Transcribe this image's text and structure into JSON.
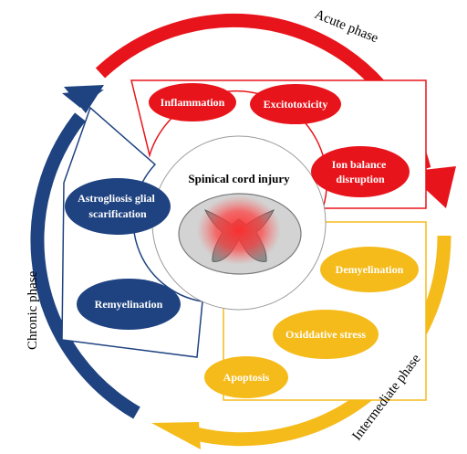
{
  "center": {
    "title": "Spinical cord injury"
  },
  "phases": {
    "acute": {
      "label": "Acute phase",
      "color": "#e8141b",
      "items": [
        "Inflammation",
        "Excitotoxicity",
        "Ion balance disruption"
      ]
    },
    "intermediate": {
      "label": "Intermediate phase",
      "color": "#f5bb1b",
      "items": [
        "Demyelination",
        "Oxiddative stress",
        "Apoptosis"
      ]
    },
    "chronic": {
      "label": "Chronic phase",
      "color": "#1f4381",
      "items": [
        "Astrogliosis glial scarification",
        "Remyelination"
      ]
    }
  }
}
